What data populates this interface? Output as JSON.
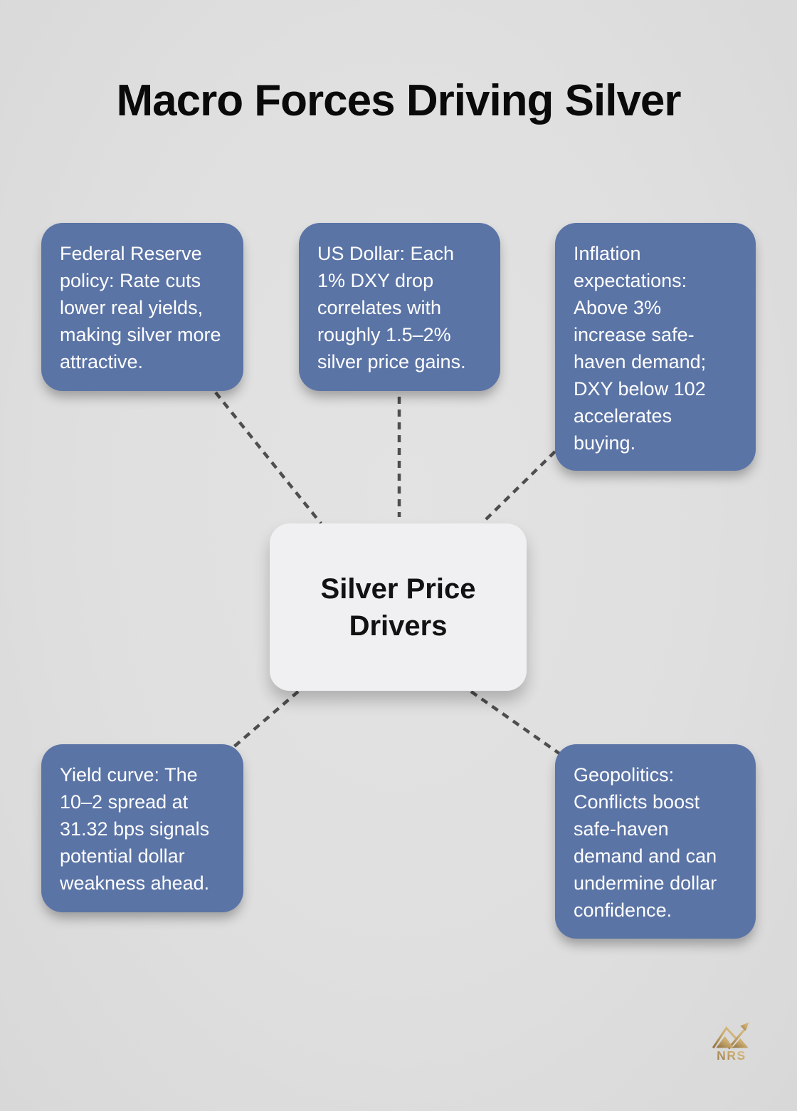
{
  "title": "Macro Forces Driving Silver",
  "center": {
    "label": "Silver Price Drivers"
  },
  "nodes": [
    {
      "id": "federal-reserve",
      "text": "Federal Reserve policy: Rate cuts lower real yields, making silver more attractive."
    },
    {
      "id": "us-dollar",
      "text": "US Dollar: Each 1% DXY drop correlates with roughly 1.5–2% silver price gains."
    },
    {
      "id": "inflation",
      "text": "Inflation expectations: Above 3% increase safe-haven demand; DXY below 102 accelerates buying."
    },
    {
      "id": "yield-curve",
      "text": "Yield curve: The 10–2 spread at 31.32 bps signals potential dollar weakness ahead."
    },
    {
      "id": "geopolitics",
      "text": "Geopolitics: Conflicts boost safe-haven demand and can undermine dollar confidence."
    }
  ],
  "logo": {
    "text": "NRS"
  },
  "colors": {
    "background": "#dfdfdf",
    "node_fill": "#5b74a6",
    "node_text": "#ffffff",
    "center_fill": "#f0f0f2",
    "center_text": "#121212",
    "connector": "#4e4e4e",
    "title": "#0a0a0a",
    "logo_gold_dark": "#8f7140",
    "logo_gold_light": "#dcc28f"
  }
}
